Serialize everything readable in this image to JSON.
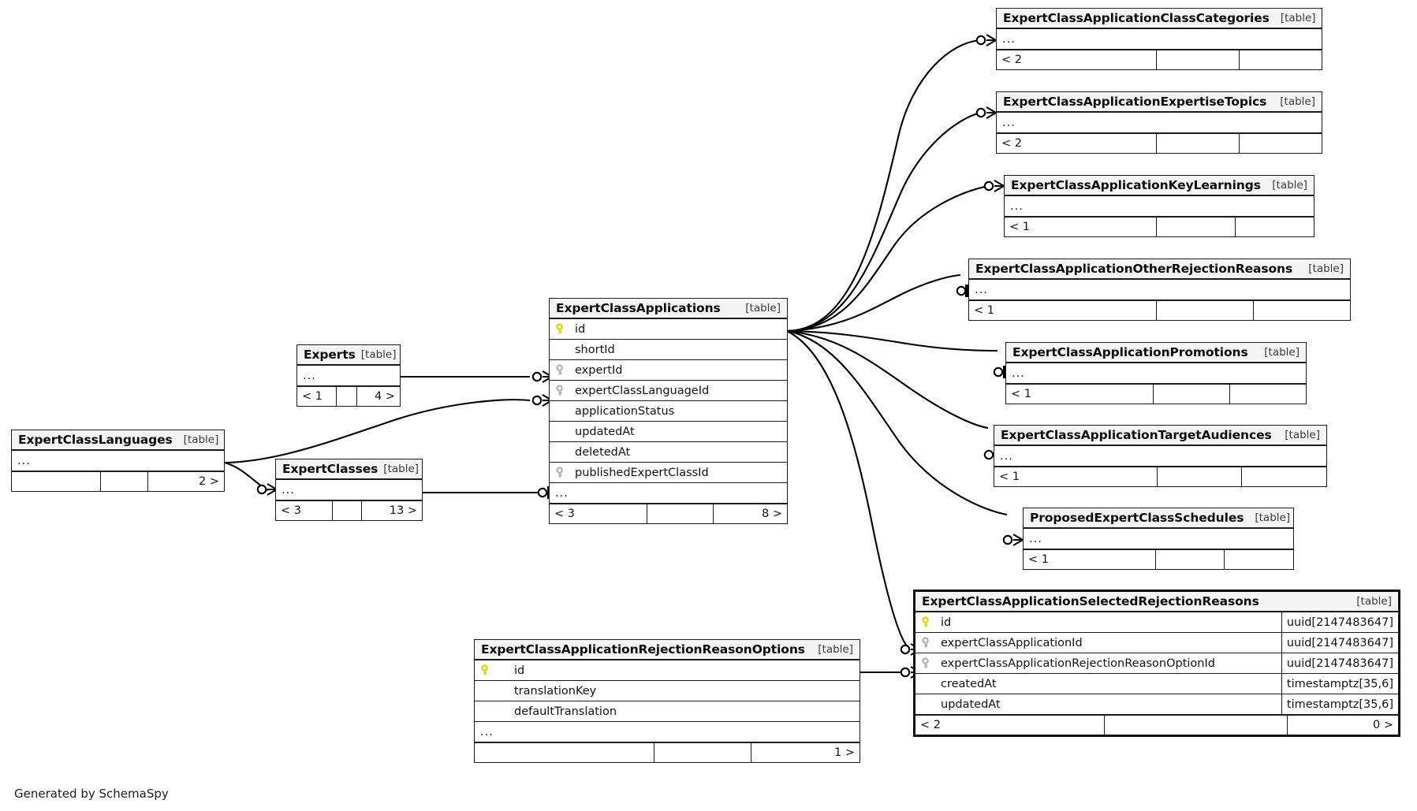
{
  "diagram": {
    "credit": "Generated by SchemaSpy",
    "table_tag": "[table]",
    "ellipsis": "...",
    "pk_icon": "yellow-key-icon",
    "fk_icon": "gray-key-icon",
    "pk_color": "#e8e800",
    "fk_color": "#b4b4b4",
    "type": "er-diagram"
  },
  "tables": [
    {
      "id": "expert-class-applications",
      "name": "ExpertClassApplications",
      "tag": "[table]",
      "highlighted": false,
      "columns": [
        {
          "name": "id",
          "key": "pk"
        },
        {
          "name": "shortId",
          "key": "none"
        },
        {
          "name": "expertId",
          "key": "fk"
        },
        {
          "name": "expertClassLanguageId",
          "key": "fk"
        },
        {
          "name": "applicationStatus",
          "key": "none"
        },
        {
          "name": "updatedAt",
          "key": "none"
        },
        {
          "name": "deletedAt",
          "key": "none"
        },
        {
          "name": "publishedExpertClassId",
          "key": "fk"
        }
      ],
      "more": "...",
      "footer": [
        "< 3",
        "",
        "8 >"
      ]
    },
    {
      "id": "expert-class-application-selected-rejection-reasons",
      "name": "ExpertClassApplicationSelectedRejectionReasons",
      "tag": "[table]",
      "highlighted": true,
      "columns": [
        {
          "name": "id",
          "key": "pk",
          "type": "uuid[2147483647]"
        },
        {
          "name": "expertClassApplicationId",
          "key": "fk",
          "type": "uuid[2147483647]"
        },
        {
          "name": "expertClassApplicationRejectionReasonOptionId",
          "key": "fk",
          "type": "uuid[2147483647]"
        },
        {
          "name": "createdAt",
          "key": "none",
          "type": "timestamptz[35,6]"
        },
        {
          "name": "updatedAt",
          "key": "none",
          "type": "timestamptz[35,6]"
        }
      ],
      "footer": [
        "< 2",
        "",
        "0 >"
      ]
    },
    {
      "id": "expert-class-application-rejection-reason-options",
      "name": "ExpertClassApplicationRejectionReasonOptions",
      "tag": "[table]",
      "highlighted": false,
      "columns": [
        {
          "name": "id",
          "key": "pk"
        },
        {
          "name": "translationKey",
          "key": "none"
        },
        {
          "name": "defaultTranslation",
          "key": "none"
        }
      ],
      "more": "...",
      "footer": [
        "",
        "",
        "1 >"
      ]
    },
    {
      "id": "expert-class-application-class-categories",
      "name": "ExpertClassApplicationClassCategories",
      "tag": "[table]",
      "highlighted": false,
      "columns": [],
      "more": "...",
      "footer": [
        "< 2",
        "",
        ""
      ]
    },
    {
      "id": "expert-class-application-expertise-topics",
      "name": "ExpertClassApplicationExpertiseTopics",
      "tag": "[table]",
      "highlighted": false,
      "columns": [],
      "more": "...",
      "footer": [
        "< 2",
        "",
        ""
      ]
    },
    {
      "id": "expert-class-application-key-learnings",
      "name": "ExpertClassApplicationKeyLearnings",
      "tag": "[table]",
      "highlighted": false,
      "columns": [],
      "more": "...",
      "footer": [
        "< 1",
        "",
        ""
      ]
    },
    {
      "id": "expert-class-application-other-rejection-reasons",
      "name": "ExpertClassApplicationOtherRejectionReasons",
      "tag": "[table]",
      "highlighted": false,
      "columns": [],
      "more": "...",
      "footer": [
        "< 1",
        "",
        ""
      ]
    },
    {
      "id": "expert-class-application-promotions",
      "name": "ExpertClassApplicationPromotions",
      "tag": "[table]",
      "highlighted": false,
      "columns": [],
      "more": "...",
      "footer": [
        "< 1",
        "",
        ""
      ]
    },
    {
      "id": "expert-class-application-target-audiences",
      "name": "ExpertClassApplicationTargetAudiences",
      "tag": "[table]",
      "highlighted": false,
      "columns": [],
      "more": "...",
      "footer": [
        "< 1",
        "",
        ""
      ]
    },
    {
      "id": "proposed-expert-class-schedules",
      "name": "ProposedExpertClassSchedules",
      "tag": "[table]",
      "highlighted": false,
      "columns": [],
      "more": "...",
      "footer": [
        "< 1",
        "",
        ""
      ]
    },
    {
      "id": "experts",
      "name": "Experts",
      "tag": "[table]",
      "highlighted": false,
      "columns": [],
      "more": "...",
      "footer": [
        "< 1",
        "",
        "4 >"
      ]
    },
    {
      "id": "expert-classes",
      "name": "ExpertClasses",
      "tag": "[table]",
      "highlighted": false,
      "columns": [],
      "more": "...",
      "footer": [
        "< 3",
        "",
        "13 >"
      ]
    },
    {
      "id": "expert-class-languages",
      "name": "ExpertClassLanguages",
      "tag": "[table]",
      "highlighted": false,
      "columns": [],
      "more": "...",
      "footer": [
        "",
        "",
        "2 >"
      ]
    }
  ]
}
